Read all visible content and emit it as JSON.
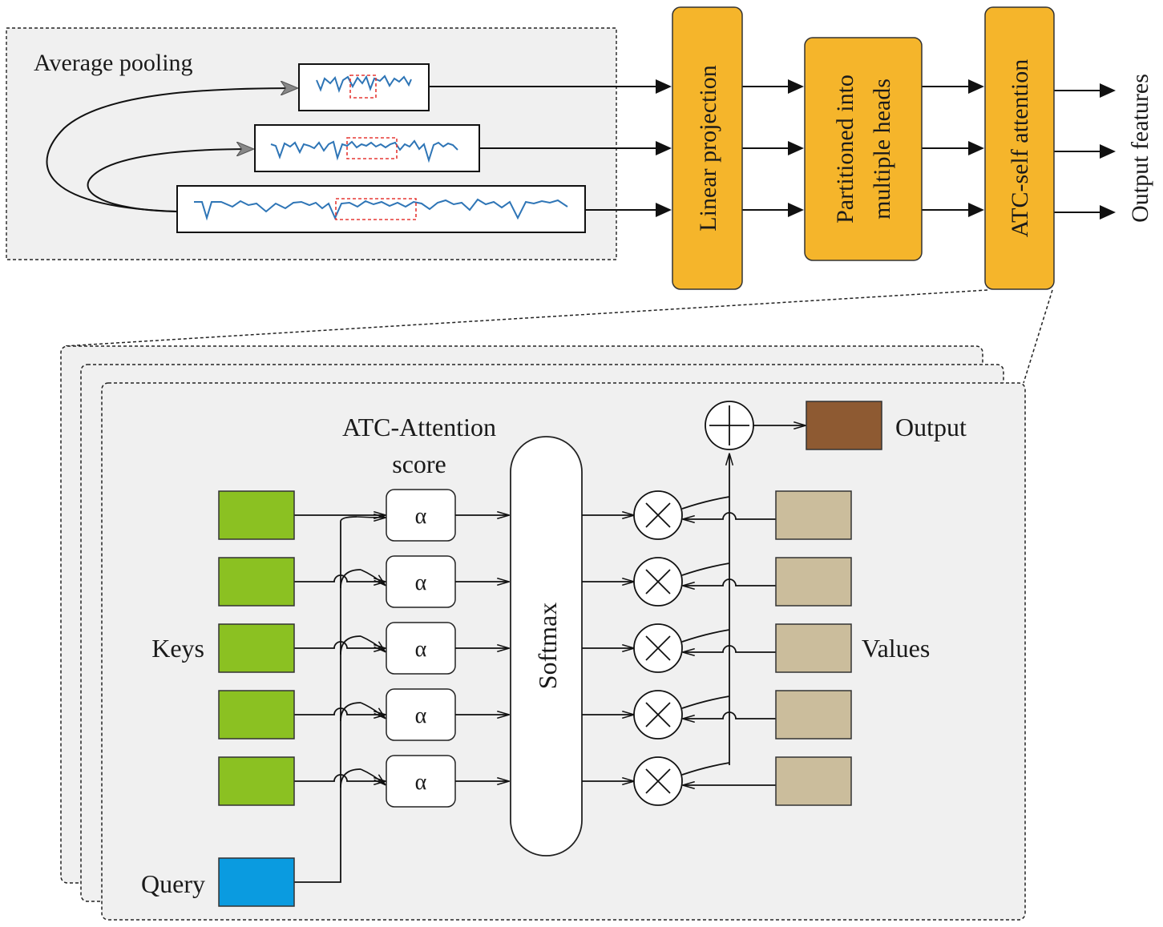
{
  "pooling": {
    "title": "Average pooling"
  },
  "pipeline": {
    "linear_projection": "Linear projection",
    "partition_line1": "Partitioned into",
    "partition_line2": "multiple heads",
    "atc_self_attention": "ATC-self attention",
    "output_features": "Output features"
  },
  "attention": {
    "score_line1": "ATC-Attention",
    "score_line2": "score",
    "alpha": "α",
    "softmax": "Softmax",
    "keys": "Keys",
    "values": "Values",
    "query": "Query",
    "output": "Output"
  },
  "colors": {
    "orange_block": "#F5B52B",
    "key_green": "#8BC122",
    "query_blue": "#0A9BE0",
    "value_tan": "#CBBD9C",
    "output_brown": "#8E5A32",
    "panel_grey": "#F0F0F0",
    "signal_blue": "#2E75B6",
    "window_red": "#E53935"
  },
  "icons": {
    "multiply": "circled-times-icon",
    "add": "circled-plus-icon"
  }
}
